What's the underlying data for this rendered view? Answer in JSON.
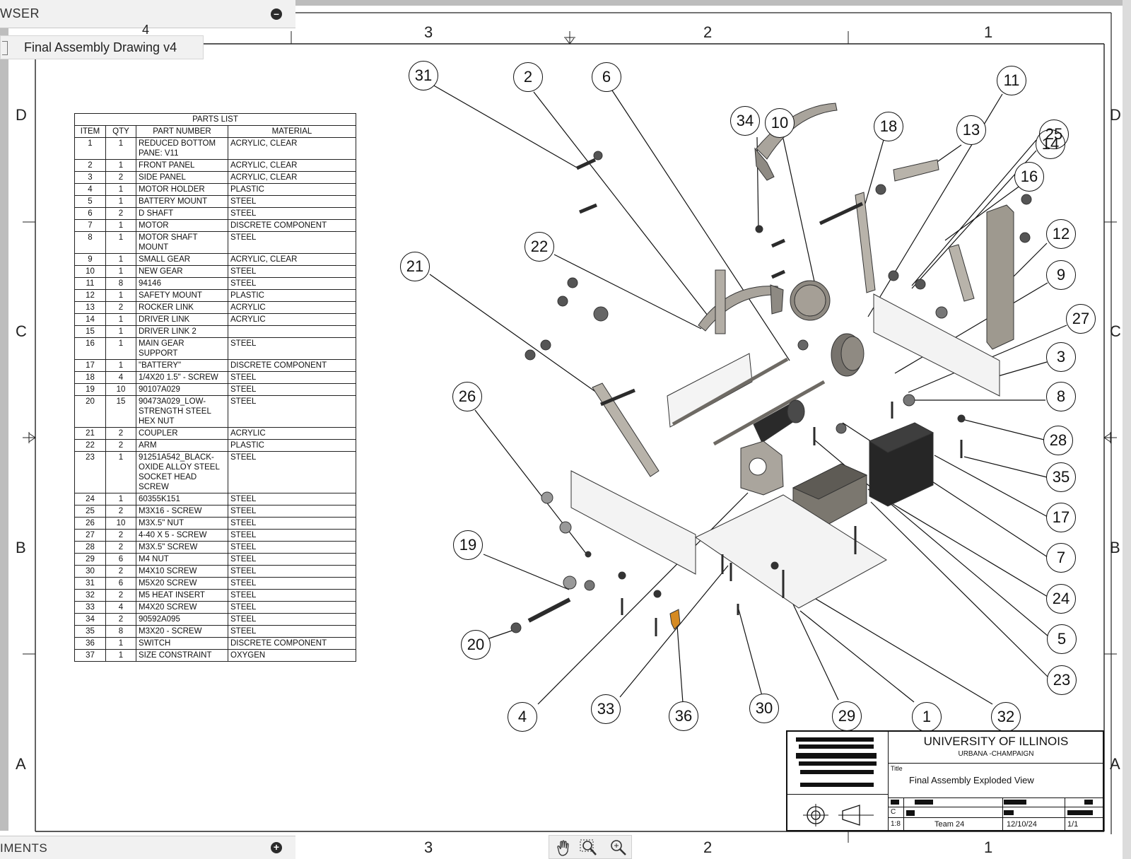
{
  "app": {
    "browser_label": "WSER",
    "comments_label": "IMENTS",
    "document_tab": "Final Assembly Drawing v4",
    "collapse_icon": "minus-circle-icon",
    "expand_icon": "plus-circle-icon",
    "nav_tools": [
      "pan-hand-icon",
      "zoom-window-icon",
      "zoom-icon"
    ]
  },
  "sheet": {
    "zones_top": [
      "4",
      "3",
      "2",
      "1"
    ],
    "zones_bottom": [
      "3",
      "2",
      "1"
    ],
    "zones_side": [
      "D",
      "C",
      "B",
      "A"
    ]
  },
  "parts_list": {
    "title": "PARTS LIST",
    "headers": [
      "ITEM",
      "QTY",
      "PART NUMBER",
      "MATERIAL"
    ],
    "rows": [
      [
        "1",
        "1",
        "REDUCED BOTTOM PANE: V11",
        "ACRYLIC, CLEAR"
      ],
      [
        "2",
        "1",
        "FRONT PANEL",
        "ACRYLIC, CLEAR"
      ],
      [
        "3",
        "2",
        "SIDE PANEL",
        "ACRYLIC, CLEAR"
      ],
      [
        "4",
        "1",
        "MOTOR HOLDER",
        "PLASTIC"
      ],
      [
        "5",
        "1",
        "BATTERY MOUNT",
        "STEEL"
      ],
      [
        "6",
        "2",
        "D SHAFT",
        "STEEL"
      ],
      [
        "7",
        "1",
        "MOTOR",
        "DISCRETE COMPONENT"
      ],
      [
        "8",
        "1",
        "MOTOR SHAFT MOUNT",
        "STEEL"
      ],
      [
        "9",
        "1",
        "SMALL GEAR",
        "ACRYLIC, CLEAR"
      ],
      [
        "10",
        "1",
        "NEW GEAR",
        "STEEL"
      ],
      [
        "11",
        "8",
        "94146",
        "STEEL"
      ],
      [
        "12",
        "1",
        "SAFETY MOUNT",
        "PLASTIC"
      ],
      [
        "13",
        "2",
        "ROCKER LINK",
        "ACRYLIC"
      ],
      [
        "14",
        "1",
        "DRIVER LINK",
        "ACRYLIC"
      ],
      [
        "15",
        "1",
        "DRIVER LINK 2",
        ""
      ],
      [
        "16",
        "1",
        "MAIN GEAR SUPPORT",
        "STEEL"
      ],
      [
        "17",
        "1",
        "\"BATTERY\"",
        "DISCRETE COMPONENT"
      ],
      [
        "18",
        "4",
        "1/4X20 1.5\" - SCREW",
        "STEEL"
      ],
      [
        "19",
        "10",
        "90107A029",
        "STEEL"
      ],
      [
        "20",
        "15",
        "90473A029_LOW-STRENGTH STEEL HEX NUT",
        "STEEL"
      ],
      [
        "21",
        "2",
        "COUPLER",
        "ACRYLIC"
      ],
      [
        "22",
        "2",
        "ARM",
        "PLASTIC"
      ],
      [
        "23",
        "1",
        "91251A542_BLACK-OXIDE ALLOY STEEL SOCKET HEAD SCREW",
        "STEEL"
      ],
      [
        "24",
        "1",
        "60355K151",
        "STEEL"
      ],
      [
        "25",
        "2",
        "M3X16 - SCREW",
        "STEEL"
      ],
      [
        "26",
        "10",
        "M3X.5\" NUT",
        "STEEL"
      ],
      [
        "27",
        "2",
        "4-40 X 5 - SCREW",
        "STEEL"
      ],
      [
        "28",
        "2",
        "M3X.5\" SCREW",
        "STEEL"
      ],
      [
        "29",
        "6",
        "M4 NUT",
        "STEEL"
      ],
      [
        "30",
        "2",
        "M4X10 SCREW",
        "STEEL"
      ],
      [
        "31",
        "6",
        "M5X20 SCREW",
        "STEEL"
      ],
      [
        "32",
        "2",
        "M5 HEAT INSERT",
        "STEEL"
      ],
      [
        "33",
        "4",
        "M4X20 SCREW",
        "STEEL"
      ],
      [
        "34",
        "2",
        "90592A095",
        "STEEL"
      ],
      [
        "35",
        "8",
        "M3X20 - SCREW",
        "STEEL"
      ],
      [
        "36",
        "1",
        "SWITCH",
        "DISCRETE COMPONENT"
      ],
      [
        "37",
        "1",
        "SIZE CONSTRAINT",
        "OXYGEN"
      ]
    ]
  },
  "balloons": [
    "31",
    "2",
    "6",
    "34",
    "10",
    "18",
    "13",
    "11",
    "25",
    "14",
    "16",
    "12",
    "22",
    "21",
    "9",
    "27",
    "3",
    "8",
    "26",
    "28",
    "35",
    "17",
    "19",
    "7",
    "24",
    "20",
    "5",
    "23",
    "4",
    "33",
    "36",
    "30",
    "29",
    "1",
    "32"
  ],
  "title_block": {
    "university": "UNIVERSITY OF ILLINOIS",
    "campus": "URBANA -CHAMPAIGN",
    "title_label": "Title",
    "title": "Final Assembly Exploded View",
    "size": "C",
    "scale": "1:8",
    "team": "Team 24",
    "date": "12/10/24",
    "sheet": "1/1",
    "projection_icon": "third-angle-projection-icon"
  }
}
